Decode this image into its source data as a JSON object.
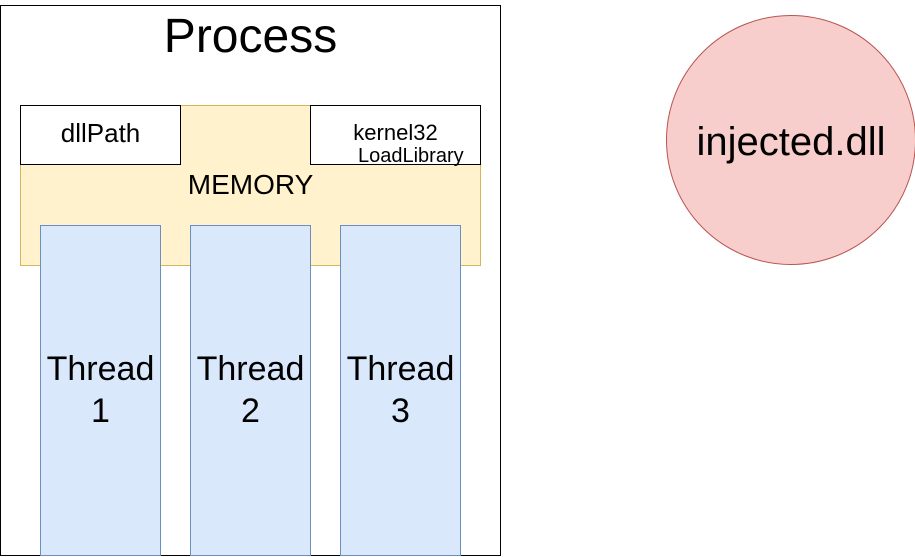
{
  "process": {
    "title": "Process"
  },
  "memory": {
    "label": "MEMORY",
    "dll_path": "dllPath",
    "kernel32": "kernel32",
    "load_library": "LoadLibrary"
  },
  "threads": [
    {
      "word": "Thread",
      "number": "1"
    },
    {
      "word": "Thread",
      "number": "2"
    },
    {
      "word": "Thread",
      "number": "3"
    }
  ],
  "injected_dll": {
    "label": "injected.dll"
  },
  "colors": {
    "memory_fill": "#fff2cc",
    "memory_stroke": "#d6b656",
    "thread_fill": "#dae8fc",
    "thread_stroke": "#6c8ebf",
    "dll_fill": "#f8cecc",
    "dll_stroke": "#b85450"
  }
}
